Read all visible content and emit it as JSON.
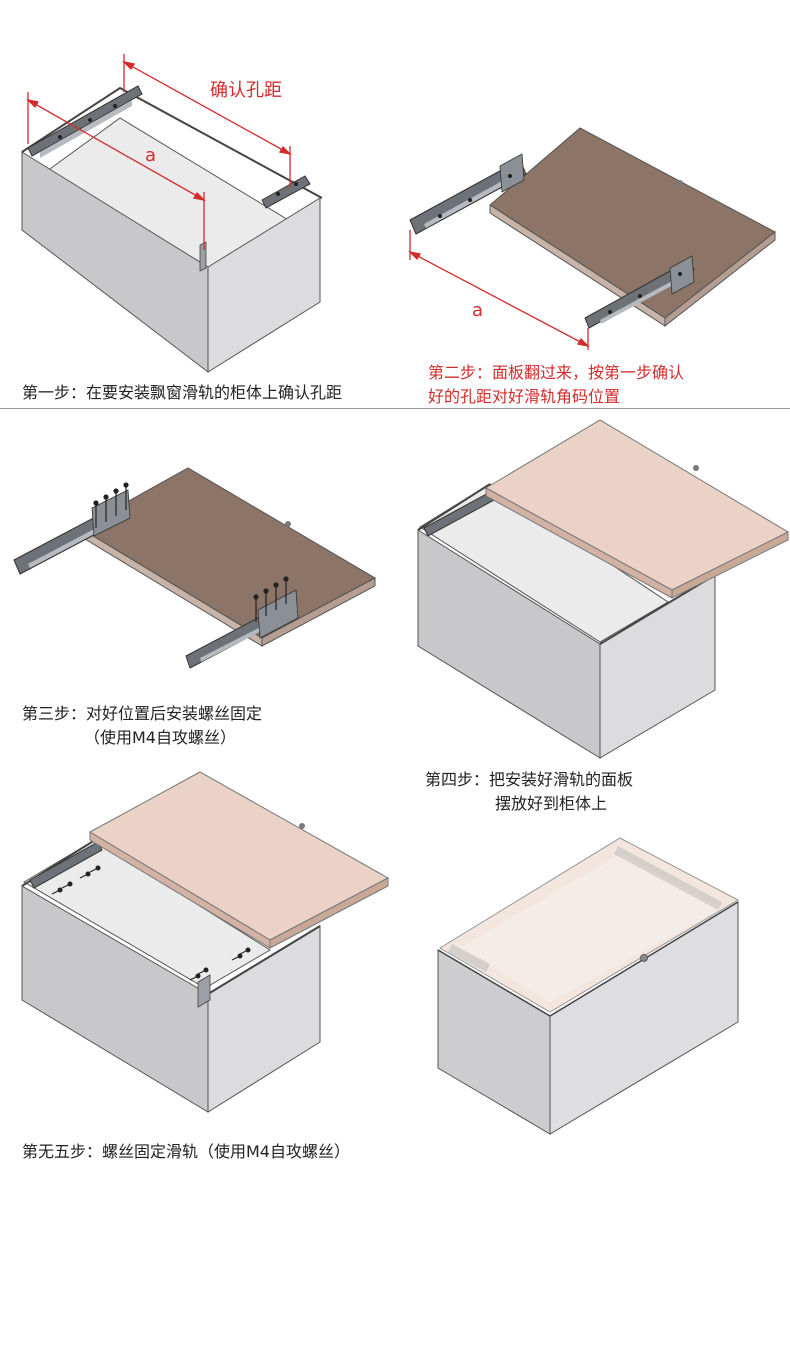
{
  "colors": {
    "cabinet_front": "#c9c9cb",
    "cabinet_side": "#dedee0",
    "cabinet_inner": "#e9e9ea",
    "panel_dark": "#8c7467",
    "panel_light": "#e8cdbf",
    "rail": "#6d7278",
    "dimension_red": "#d22c2c",
    "divider": "#9a9a9a"
  },
  "steps": [
    {
      "id": "step1",
      "caption": [
        "第一步：在要安装飘窗滑轨的柜体上确认孔距"
      ]
    },
    {
      "id": "step2",
      "caption": [
        "第二步：面板翻过来，按第一步确认",
        "好的孔距对好滑轨角码位置"
      ]
    },
    {
      "id": "step3",
      "caption": [
        "第三步：对好位置后安装螺丝固定",
        "（使用M4自攻螺丝）"
      ]
    },
    {
      "id": "step4",
      "caption": [
        "第四步：把安装好滑轨的面板",
        "摆放好到柜体上"
      ]
    },
    {
      "id": "step5",
      "caption": [
        "第无五步：螺丝固定滑轨（使用M4自攻螺丝）"
      ]
    },
    {
      "id": "step6",
      "caption": []
    }
  ],
  "labels": {
    "hole_distance": "确认孔距",
    "dim_a1": "a",
    "dim_a2": "a"
  },
  "icons": [
    "slide-rail-icon",
    "screw-icon"
  ]
}
